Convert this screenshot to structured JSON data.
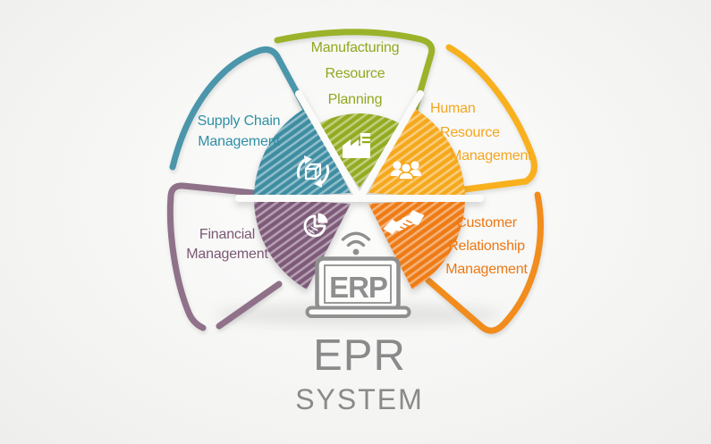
{
  "canvas": {
    "background_center": "#fdfdfc",
    "background_edge": "#eeeeec"
  },
  "center": {
    "wifi_icon": "wifi-icon",
    "device_icon": "laptop-icon",
    "screen_label": "ERP",
    "device_color": "#8f8f8f",
    "title_line1": "EPR",
    "title_line2": "SYSTEM",
    "title_color": "#8a8a8a"
  },
  "segments": [
    {
      "id": "supply-chain-management",
      "lines": [
        "Supply Chain",
        "Management"
      ],
      "icon": "box-sync-icon",
      "text_color": "#2e8fa4",
      "wedge_color": "#3e8da2",
      "arc_color": "#4b96ab"
    },
    {
      "id": "manufacturing-resource-planning",
      "lines": [
        "Manufacturing",
        "Resource",
        "Planning"
      ],
      "icon": "factory-icon",
      "text_color": "#8fa81e",
      "wedge_color": "#93ab21",
      "arc_color": "#9ab32a"
    },
    {
      "id": "human-resource-management",
      "lines": [
        "Human",
        "Resource",
        "Management"
      ],
      "icon": "people-group-icon",
      "text_color": "#f5a51c",
      "wedge_color": "#f6a81c",
      "arc_color": "#f8b01d"
    },
    {
      "id": "customer-relationship-management",
      "lines": [
        "Customer",
        "Relationship",
        "Management"
      ],
      "icon": "handshake-icon",
      "text_color": "#ed7712",
      "wedge_color": "#ee7b15",
      "arc_color": "#f18c1d"
    },
    {
      "id": "financial-management",
      "lines": [
        "Financial",
        "Management"
      ],
      "icon": "pie-chart-icon",
      "text_color": "#7b5874",
      "wedge_color": "#7d5a78",
      "arc_color": "#8f7189"
    }
  ]
}
